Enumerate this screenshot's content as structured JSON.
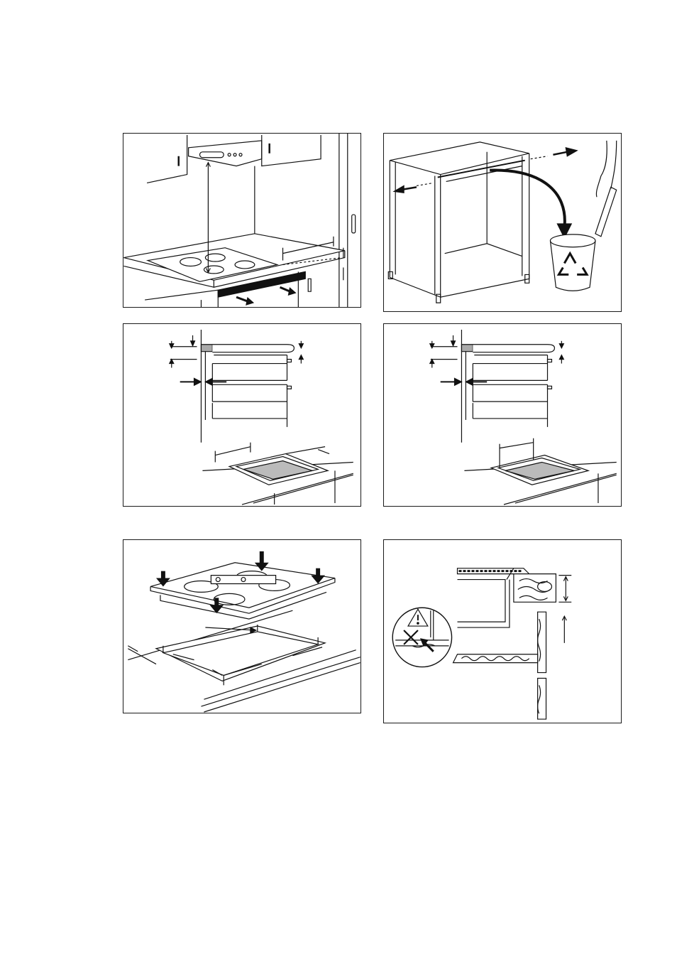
{
  "figures": [
    {
      "id": "hood-clearance",
      "label": ""
    },
    {
      "id": "remove-front-bar",
      "label": ""
    },
    {
      "id": "cutout-dimensions-a",
      "label": ""
    },
    {
      "id": "cutout-dimensions-b",
      "label": ""
    },
    {
      "id": "hob-insertion",
      "label": ""
    },
    {
      "id": "worktop-section-warning",
      "label": ""
    }
  ],
  "icons": [
    "recycle-bin-icon",
    "warning-triangle-icon",
    "not-allowed-cross-icon",
    "hand-icon"
  ]
}
